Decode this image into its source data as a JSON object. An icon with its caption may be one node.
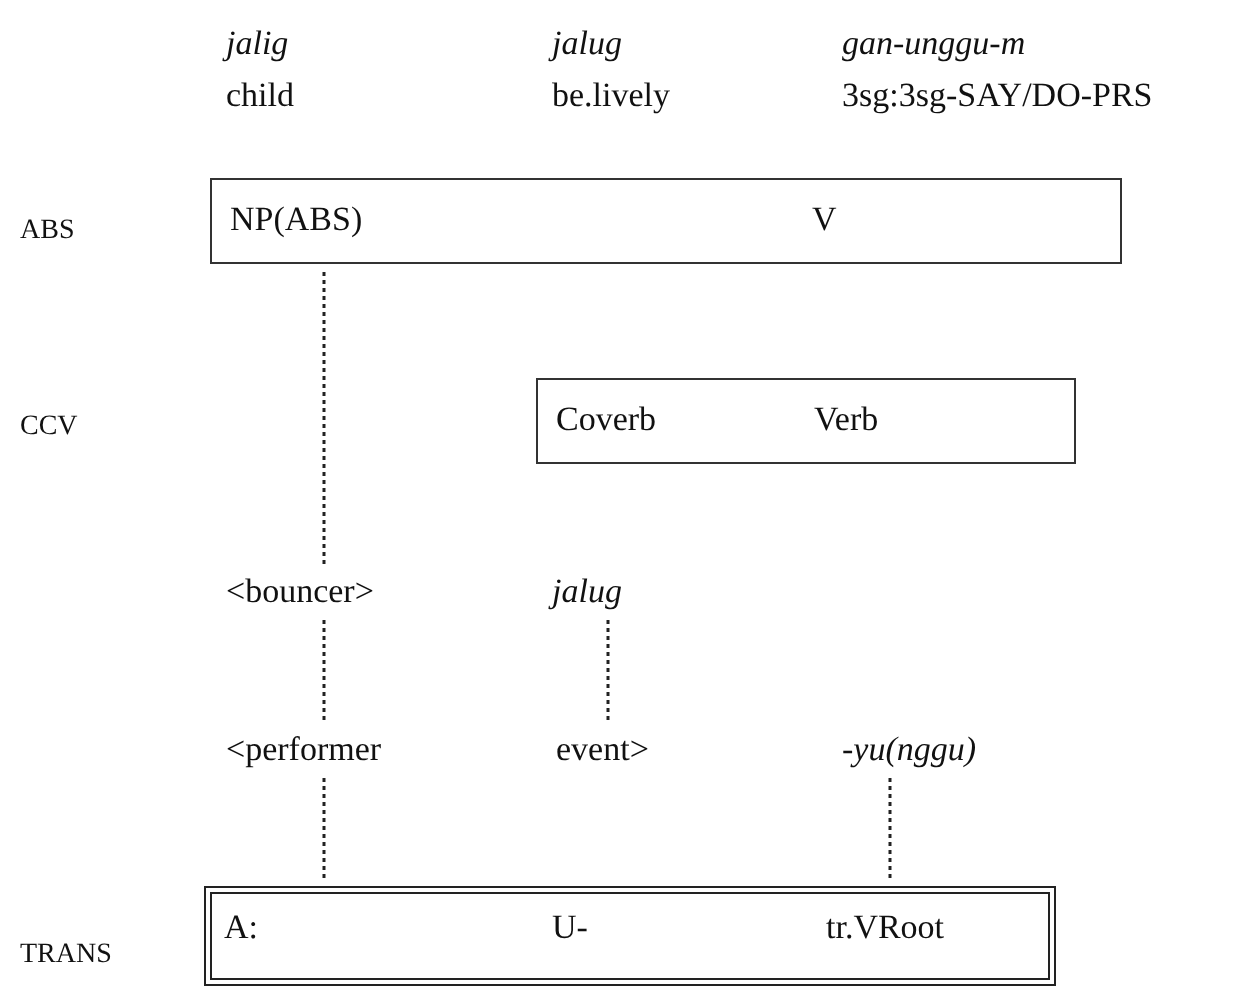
{
  "diagram": {
    "nodes": [
      {
        "text": [
          "NP(ABS)",
          "V"
        ]
      },
      {
        "text": [
          "Coverb",
          "Verb"
        ]
      },
      {
        "text": [
          "<bouncer>"
        ]
      },
      {
        "text": [
          "jalug"
        ]
      },
      {
        "text": [
          "<performer"
        ]
      },
      {
        "text": [
          "event>"
        ]
      },
      {
        "text": [
          "-yu(nggu)"
        ]
      },
      {
        "text": [
          "A:",
          "U-",
          "tr.VRoot"
        ]
      }
    ],
    "edges": [
      {
        "from": 0,
        "to": 2,
        "arrow": "none",
        "style": "dashed"
      },
      {
        "from": 2,
        "to": 4,
        "arrow": "none",
        "style": "dashed"
      },
      {
        "from": 3,
        "to": 5,
        "arrow": "none",
        "style": "dashed"
      },
      {
        "from": 4,
        "to": 7,
        "arrow": "none",
        "style": "dashed"
      },
      {
        "from": 6,
        "to": 7,
        "arrow": "none",
        "style": "dashed"
      }
    ],
    "labels": [
      "jalig",
      "jalug",
      "gan-unggu-m",
      "child",
      "be.lively",
      "3sg:3sg-SAY/DO-PRS",
      "ABS",
      "CCV",
      "TRANS"
    ]
  }
}
